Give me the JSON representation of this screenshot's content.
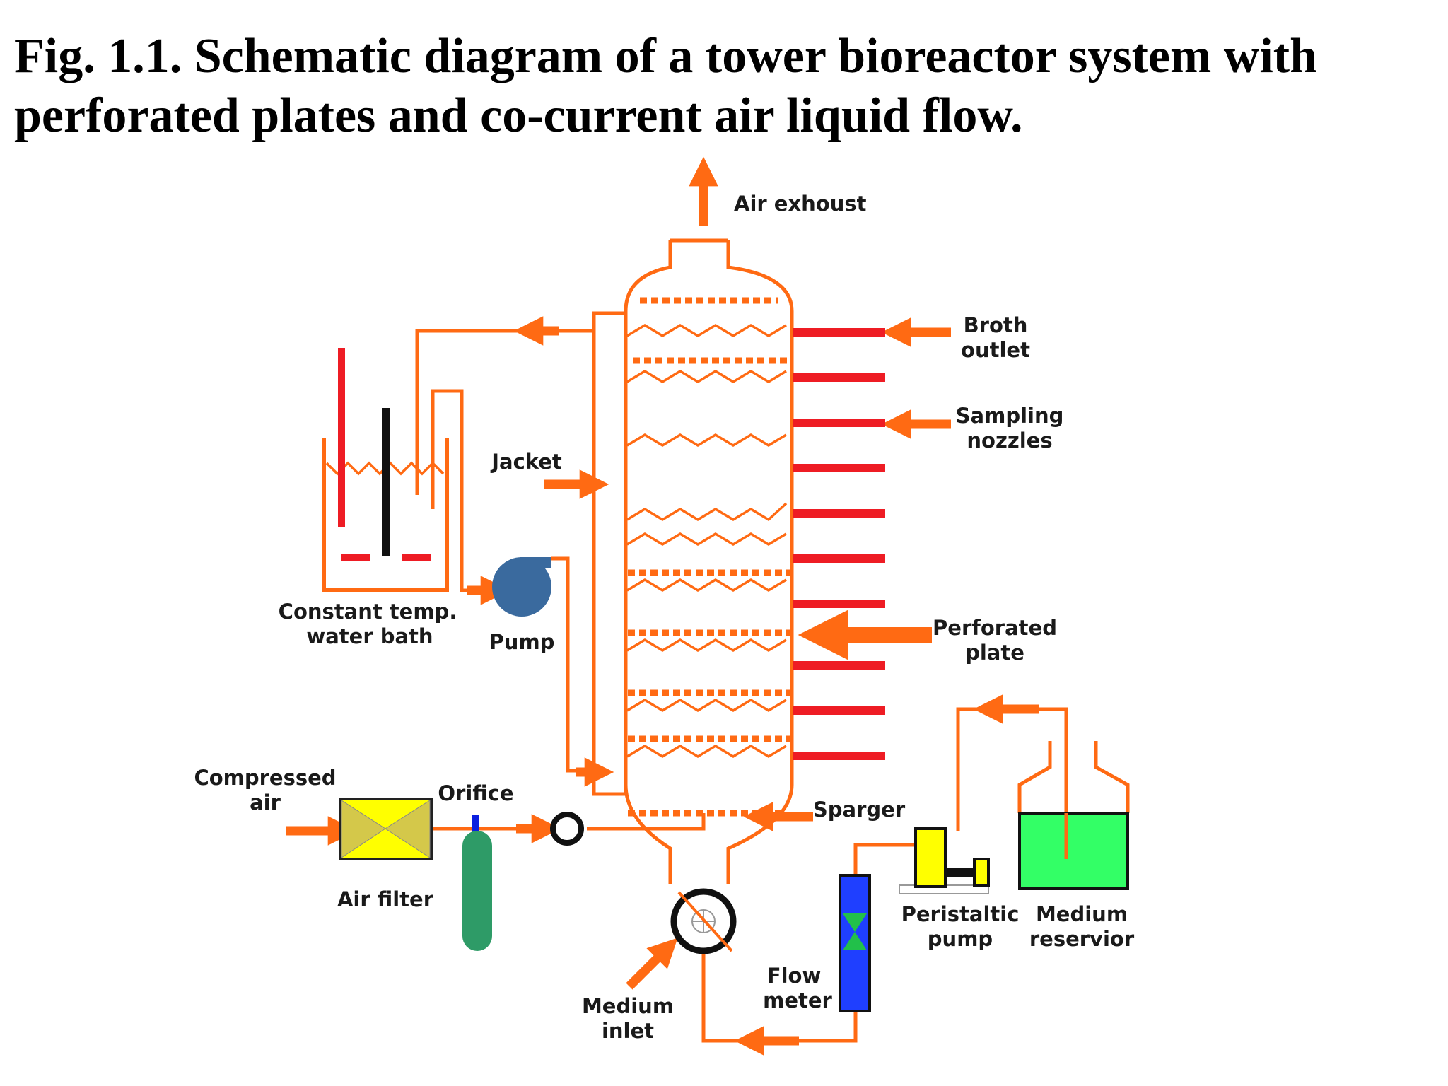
{
  "title": {
    "line1": "Fig. 1.1. Schematic diagram of a tower bioreactor system with",
    "line2": "perforated plates and co-current air liquid flow."
  },
  "labels": {
    "air_exhaust": "Air exhoust",
    "broth_outlet_1": "Broth",
    "broth_outlet_2": "outlet",
    "sampling_1": "Sampling",
    "sampling_2": "nozzles",
    "jacket": "Jacket",
    "water_bath_1": "Constant temp.",
    "water_bath_2": "water bath",
    "pump": "Pump",
    "perforated_1": "Perforated",
    "perforated_2": "plate",
    "compressed_1": "Compressed",
    "compressed_2": "air",
    "orifice": "Orifice",
    "sparger": "Sparger",
    "air_filter": "Air filter",
    "peristaltic_1": "Peristaltic",
    "peristaltic_2": "pump",
    "reservoir_1": "Medium",
    "reservoir_2": "reservior",
    "flow_meter_1": "Flow",
    "flow_meter_2": "meter",
    "medium_inlet_1": "Medium",
    "medium_inlet_2": "inlet"
  },
  "colors": {
    "pipe": "#ff6a13",
    "nozzle": "#ee1c24",
    "filter": "#ffff00",
    "pump": "#3a6a9e",
    "cylinder": "#2e9b67",
    "flow_meter": "#1f3fff",
    "reservoir": "#33ff66"
  }
}
